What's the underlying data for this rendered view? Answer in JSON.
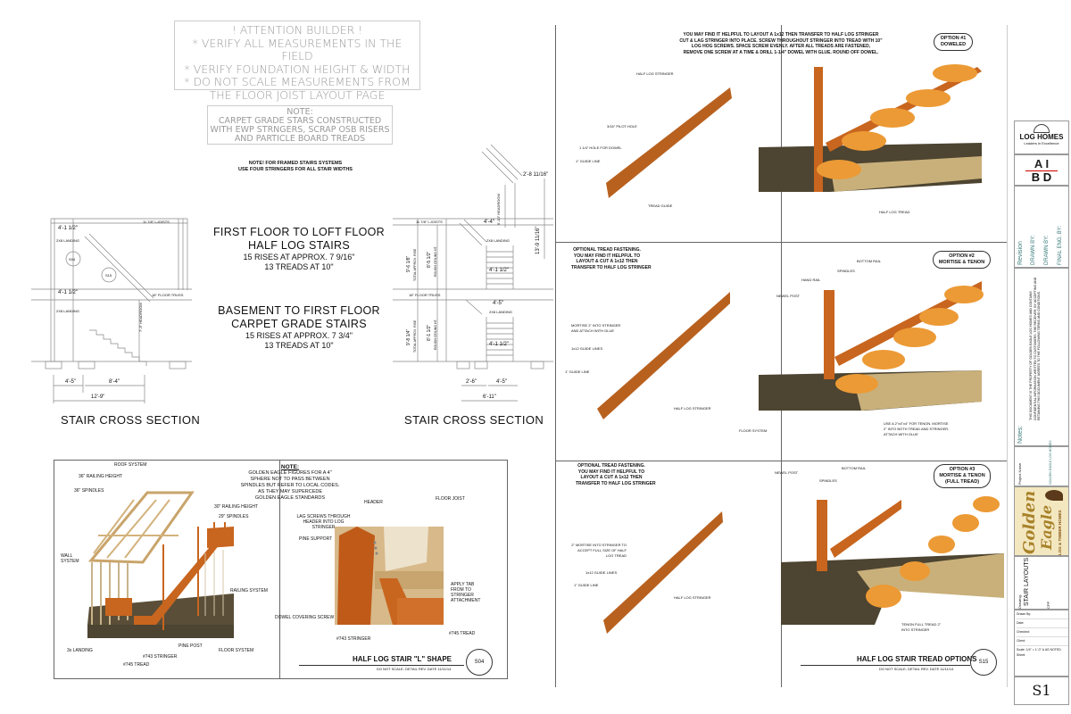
{
  "attention": {
    "lines": [
      "! ATTENTION BUILDER !",
      "* VERIFY ALL MEASUREMENTS IN THE FIELD",
      "* VERIFY FOUNDATION HEIGHT & WIDTH",
      "* DO NOT SCALE MEASUREMENTS FROM",
      "THE FLOOR JOIST LAYOUT PAGE"
    ]
  },
  "carpet_note": {
    "lines": [
      "NOTE:",
      "CARPET GRADE STARS CONSTRUCTED",
      "WITH EWP STRNGERS, SCRAP OSB RISERS",
      "AND PARTICLE BOARD TREADS"
    ]
  },
  "framed_note": {
    "lines": [
      "NOTE! FOR FRAMED STAIRS SYSTEMS",
      "USE FOUR STRINGERS FOR ALL STAIR WIDTHS"
    ]
  },
  "loft_stairs": {
    "title1": "FIRST FLOOR TO LOFT FLOOR",
    "title2": "HALF LOG STAIRS",
    "rises": "15 RISES AT APPROX. 7 9/16\"",
    "treads": "13 TREADS AT 10\""
  },
  "basement_stairs": {
    "title1": "BASEMENT TO FIRST FLOOR",
    "title2": "CARPET GRADE STAIRS",
    "rises": "15 RISES AT APPROX. 7 3/4\"",
    "treads": "13 TREADS AT 10\""
  },
  "section_left": {
    "title": "STAIR CROSS SECTION",
    "labels": {
      "joists": "11 7/8\" I-JOISTS",
      "dim_top": "4'-1 1/2\"",
      "landing_top": "2X8 LANDING",
      "tag_s04": "S04",
      "tag_s15": "S15",
      "dim_mid": "4'-1 1/2\"",
      "truss": "18\" FLOOR TRUSS",
      "landing_bot": "2X8 LANDING",
      "headroom": "7'-3\" HEADROOM",
      "dim_a": "4'-5\"",
      "dim_b": "8'-4\"",
      "dim_total": "12'-9\""
    }
  },
  "section_right": {
    "title": "STAIR CROSS SECTION",
    "labels": {
      "top_dim": "2'-8 11/16\"",
      "headroom": "6'-10\" HEADROOM",
      "joists": "11 7/8\" I-JOISTS",
      "dim_44": "4'-4\"",
      "landing_top": "2X8 LANDING",
      "total_height": "13'-9 11/16\"",
      "rise_top": "9'-6 1/8\"",
      "rise_top_lbl": "TOTAL APPROX. RISE",
      "ceil_top": "8'-5 1/2\"",
      "ceil_top_lbl": "ROUGH CEILING HT.",
      "dim_mid": "4'-1 1/2\"",
      "truss": "18\" FLOOR TRUSS",
      "dim_45": "4'-5\"",
      "landing_bot": "2X8 LANDING",
      "rise_bot": "9'-8 1/4\"",
      "rise_bot_lbl": "TOTAL APPROX. RISE",
      "ceil_bot": "8'-1 1/2\"",
      "ceil_bot_lbl": "ROUGH CEILING HT.",
      "dim_bot": "4'-1 1/2\"",
      "dim_a": "2'-6\"",
      "dim_b": "4'-5\"",
      "dim_total": "6'-11\""
    }
  },
  "detail_s04": {
    "note": {
      "heading": "NOTE:",
      "lines": [
        "GOLDEN EAGLE  FIGURES FOR A 4\"",
        "SPHERE NOT TO PASS BETWEEN",
        "SPINDLES BUT REFER TO LOCAL CODES.",
        "AS THEY MAY SUPERCEDE",
        "GOLDEN EAGLE STANDARDS"
      ]
    },
    "labels": {
      "roof": "ROOF SYSTEM",
      "rail36": "36\" RAILING HEIGHT",
      "spind36": "36\" SPINDLES",
      "rail30": "30\" RAILING HEIGHT",
      "spind29": "29\" SPINDLES",
      "wall": "WALL SYSTEM",
      "railing": "RAILING SYSTEM",
      "landing": "3x LANDING",
      "pine_post": "PINE POST",
      "floor": "FLOOR SYSTEM",
      "stringer": "#743 STRINGER",
      "tread": "#745 TREAD"
    },
    "detail_labels": {
      "header": "HEADER",
      "floor_joist": "FLOOR JOIST",
      "lag": "LAG SCREWS THROUGH HEADER INTO LOG STRINGER",
      "pine_support": "PINE SUPPORT",
      "apply": "APPLY TAB FROM TO STRINGER ATTACHMENT",
      "dowel": "DOWEL COVERING SCREW",
      "stringer": "#743 STRINGER",
      "tread": "#745 TREAD"
    },
    "title": "HALF LOG STAIR \"L\" SHAPE",
    "subtitle": "DO NOT SCALE- DETAIL REV. DATE 11/11/14",
    "tag": "S04"
  },
  "options": {
    "intro": [
      "YOU MAY FIND IT HELPFUL TO LAYOUT A 1x12 THEN TRANSFER TO HALF LOG STRINGER",
      "CUT & LAG STRINGER INTO PLACE. SCREW THROUGHOUT STRINGER INTO TREAD WITH 10\"",
      "LOG HOG SCREWS. SPACE SCREW EVENLY. AFTER ALL TREADS ARE FASTENED,",
      "REMOVE ONE SCREW AT A TIME & DRILL 1-1/4\" DOWEL WITH GLUE. ROUND OFF DOWEL."
    ],
    "opt1": {
      "badge": [
        "OPTION #1",
        "DOWELED"
      ],
      "labels": {
        "stringer": "HALF LOG STRINGER",
        "pilot": "3/16\" PILOT HOLE",
        "dowel": "1 1/4\" HOLE FOR DOWEL",
        "guide": "1\" GUIDE LINE",
        "tread_guide": "TREAD GUIDE",
        "tread": "HALF LOG TREAD"
      }
    },
    "opt2": {
      "badge": [
        "OPTION #2",
        "MORTISE & TENON"
      ],
      "intro": [
        "OPTIONAL TREAD FASTENING.",
        "YOU MAY FIND IT HELPFUL TO",
        "LAYOUT & CUT A 1x12 THEN",
        "TRANSFER TO HALF LOG STRINGER"
      ],
      "labels": {
        "mortise": "MORTISE 2\" INTO STRINGER AND ATTACH WITH GLUE",
        "guides": "1x12 GUIDE LINES",
        "guide": "1\" GUIDE LINE",
        "stringer": "HALF LOG STRINGER",
        "bottom_rail": "BOTTOM RAIL",
        "spindles": "SPINDLES",
        "hand_rail": "HAND RAIL",
        "newel": "NEWEL POST",
        "floor": "FLOOR SYSTEM",
        "tenon": "USE A 2\"x4\"x4\" FOR TENON. MORTISE 2\" INTO BOTH TREAD AND STRINGER. ATTACH WITH GLUE"
      }
    },
    "opt3": {
      "badge": [
        "OPTION #3",
        "MORTISE & TENON",
        "(FULL TREAD)"
      ],
      "intro": [
        "OPTIONAL TREAD FASTENING.",
        "YOU MAY FIND IT HELPFUL TO",
        "LAYOUT & CUT A 1x12 THEN",
        "TRANSFER TO HALF LOG STRINGER"
      ],
      "labels": {
        "mortise": "2\" MORTISE INTO STRINGER TO ACCEPT FULL SIZE OF HALF LOG TREAD",
        "guides": "1x12 GUIDE LINES",
        "guide": "1\" GUIDE LINE",
        "stringer": "HALF LOG STRINGER",
        "newel": "NEWEL POST",
        "bottom_rail": "BOTTOM RAIL",
        "spindles": "SPINDLES",
        "tenon": "TENON FULL TREAD 2\" INTO STRINGER"
      }
    },
    "title": "HALF LOG STAIR TREAD OPTIONS",
    "subtitle": "DO NOT SCALE- DETAIL REV. DATE 11/11/14",
    "tag": "S15"
  },
  "title_block": {
    "loghomes": "LOG HOMES",
    "loghomes_sub": "Leaders in Excellence",
    "aibd_top": "A I",
    "aibd_bot": "B D",
    "rev_fields": [
      "Revision",
      "DRAWN BY:",
      "DRAWN BY:",
      "FINAL ENG. BY:"
    ],
    "notes_label": "Notes:",
    "notes_text": "THIS DOCUMENT IS THE PROPERTY OF GOLDEN EAGLE LOG HOMES AND CONTAINS CONFIDENTIAL INFORMATION WRITTEN TO CUSTOMERS. THE RECEIVER, BY ACCEPTING AND RETAINING THIS DOCUMENT AGREES TO THE FOLLOWING TERMS AND CONDITIONS.",
    "project_label": "Project Name",
    "company": "GOLDEN EAGLE LOG HOMES",
    "logo_1": "Golden",
    "logo_2": "Eagle",
    "logo_3": "LOG & TIMBER HOMES",
    "drawing_label": "Drawing:",
    "drawing": "STAIR LAYOUTS",
    "cpp": "CPP",
    "fields": [
      "Drawn By:",
      "Date:",
      "Checked:",
      "Client:"
    ],
    "scale": "Scale: 1/4\" = 1'-0\" & AS NOTED",
    "sheet_label": "Sheet:",
    "sheet": "S1"
  },
  "colors": {
    "wood": "#c8651e",
    "wood_end": "#ec9a35",
    "floor": "#4d4431",
    "osb": "#c9b07a",
    "line": "#666666"
  }
}
